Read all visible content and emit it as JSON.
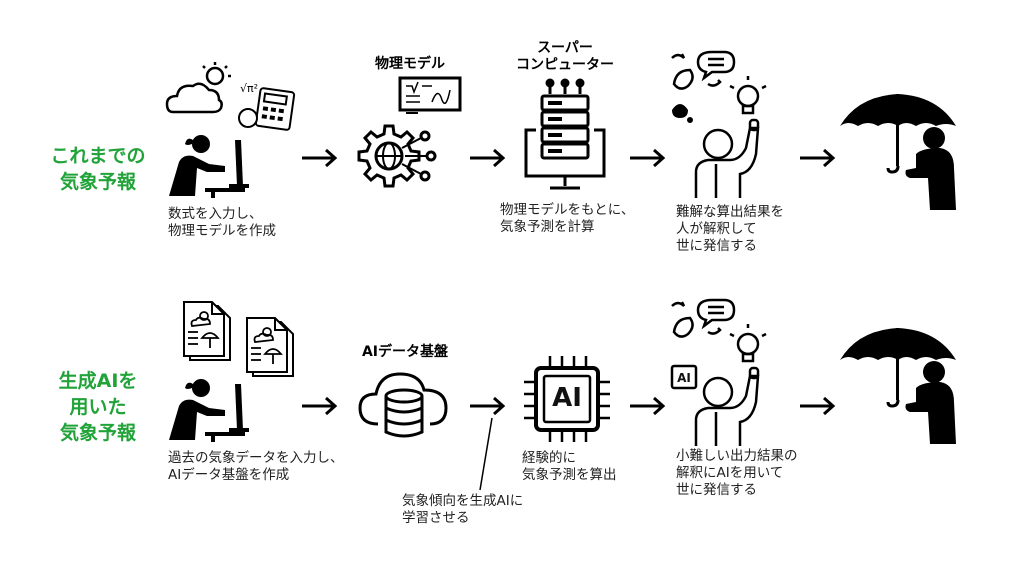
{
  "rows": {
    "traditional": {
      "label": [
        "これまでの",
        "気象予報"
      ],
      "steps": {
        "input": [
          "数式を入力し、",
          "物理モデルを作成"
        ],
        "model_title": [
          "物理モデル"
        ],
        "super_title": [
          "スーパー",
          "コンピューター"
        ],
        "super_caption": [
          "物理モデルをもとに、",
          "気象予測を計算"
        ],
        "human_caption": [
          "難解な算出結果を",
          "人が解釈して",
          "世に発信する"
        ]
      }
    },
    "ai": {
      "label": [
        "生成AIを",
        "用いた",
        "気象予報"
      ],
      "steps": {
        "input": [
          "過去の気象データを入力し、",
          "AIデータ基盤を作成"
        ],
        "platform_title": [
          "AIデータ基盤"
        ],
        "chip_text": "AI",
        "chip_caption": [
          "経験的に",
          "気象予測を算出"
        ],
        "learning_note": [
          "気象傾向を生成AIに",
          "学習させる"
        ],
        "human_badge": "AI",
        "human_caption": [
          "小難しい出力結果の",
          "解釈にAIを用いて",
          "世に発信する"
        ]
      }
    }
  },
  "colors": {
    "label_green": "#22a33a",
    "ink": "#000000"
  },
  "icons": [
    "weather-icon",
    "calculator-icon",
    "person-at-desk-icon",
    "arrow-icon",
    "gear-globe-icon",
    "blackboard-icon",
    "server-icon",
    "idea-person-icon",
    "umbrella-person-icon",
    "document-icon",
    "database-cloud-icon",
    "ai-chip-icon"
  ]
}
